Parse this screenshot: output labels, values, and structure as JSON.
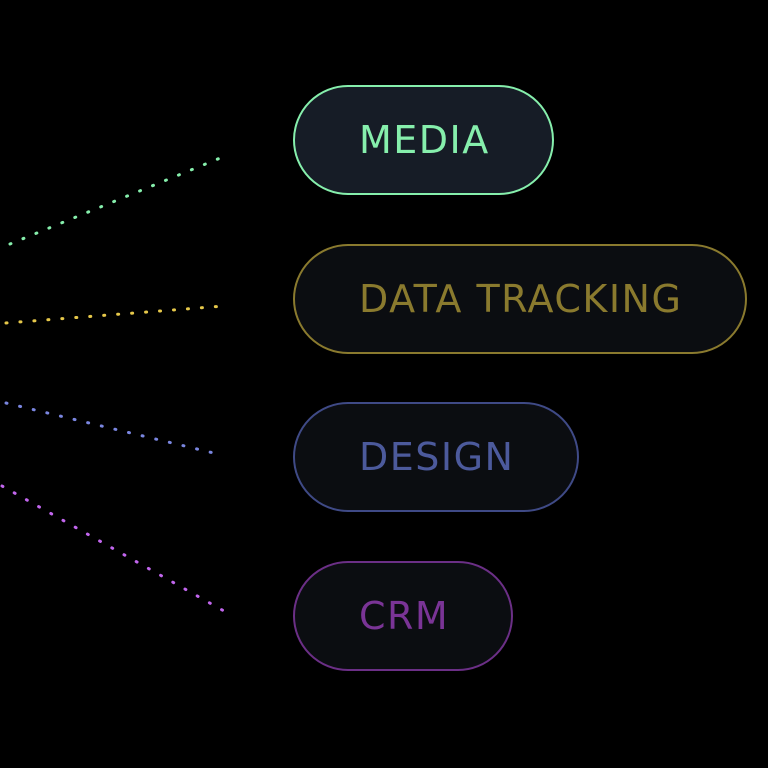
{
  "items": [
    {
      "key": "media",
      "label": "MEDIA",
      "border_color": "#86efac",
      "text_color": "#86efac",
      "line_color": "#86efac",
      "highlighted": true
    },
    {
      "key": "data-tracking",
      "label": "DATA TRACKING",
      "border_color": "#8a7a2e",
      "text_color": "#8a7a2e",
      "line_color": "#e6c84a",
      "highlighted": false
    },
    {
      "key": "design",
      "label": "DESIGN",
      "border_color": "#3f4a86",
      "text_color": "#4c5a9c",
      "line_color": "#7a86e0",
      "highlighted": false
    },
    {
      "key": "crm",
      "label": "CRM",
      "border_color": "#6b2f86",
      "text_color": "#7a3496",
      "line_color": "#c266ee",
      "highlighted": false
    }
  ]
}
